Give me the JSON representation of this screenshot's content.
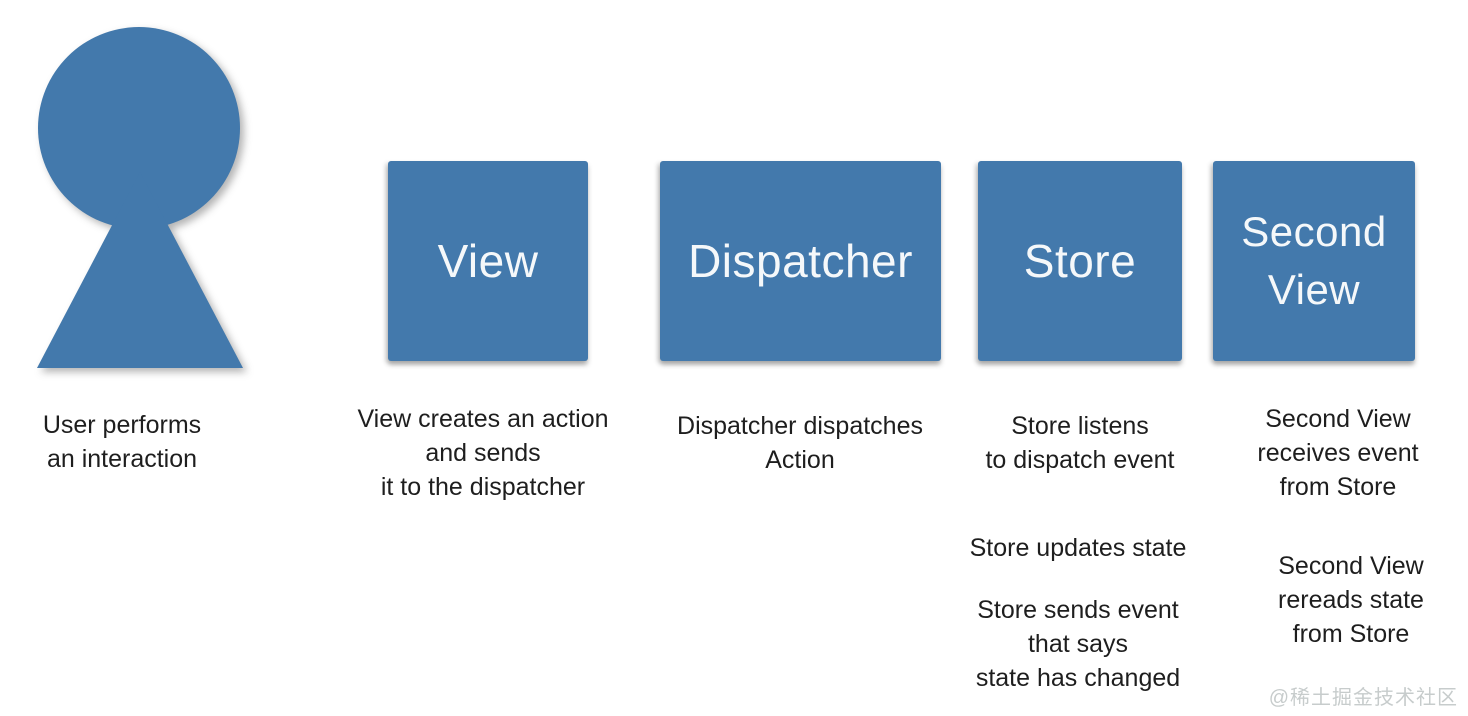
{
  "colors": {
    "shape_blue": "#4379ac",
    "text_dark": "#1e1e1e",
    "box_text": "#f5f8fa",
    "watermark_gray": "#c7cccc",
    "background": "#ffffff"
  },
  "person": {
    "caption_lines": [
      "User performs",
      "an interaction"
    ]
  },
  "boxes": {
    "view": {
      "label": "View"
    },
    "dispatcher": {
      "label": "Dispatcher"
    },
    "store": {
      "label": "Store"
    },
    "second_view": {
      "label_lines": [
        "Second",
        "View"
      ]
    }
  },
  "captions": {
    "view": [
      "View creates an action",
      "and sends",
      "it to the dispatcher"
    ],
    "dispatcher": [
      "Dispatcher dispatches",
      "Action"
    ],
    "store": [
      "Store listens",
      "to dispatch event"
    ],
    "second_view": [
      "Second View",
      "receives event",
      "from Store"
    ]
  },
  "notes": {
    "store_updates": [
      "Store updates state"
    ],
    "store_sends": [
      "Store sends event",
      "that says",
      "state has changed"
    ],
    "second_view_rereads": [
      "Second View",
      "rereads state",
      "from Store"
    ]
  },
  "watermark": "@稀土掘金技术社区"
}
